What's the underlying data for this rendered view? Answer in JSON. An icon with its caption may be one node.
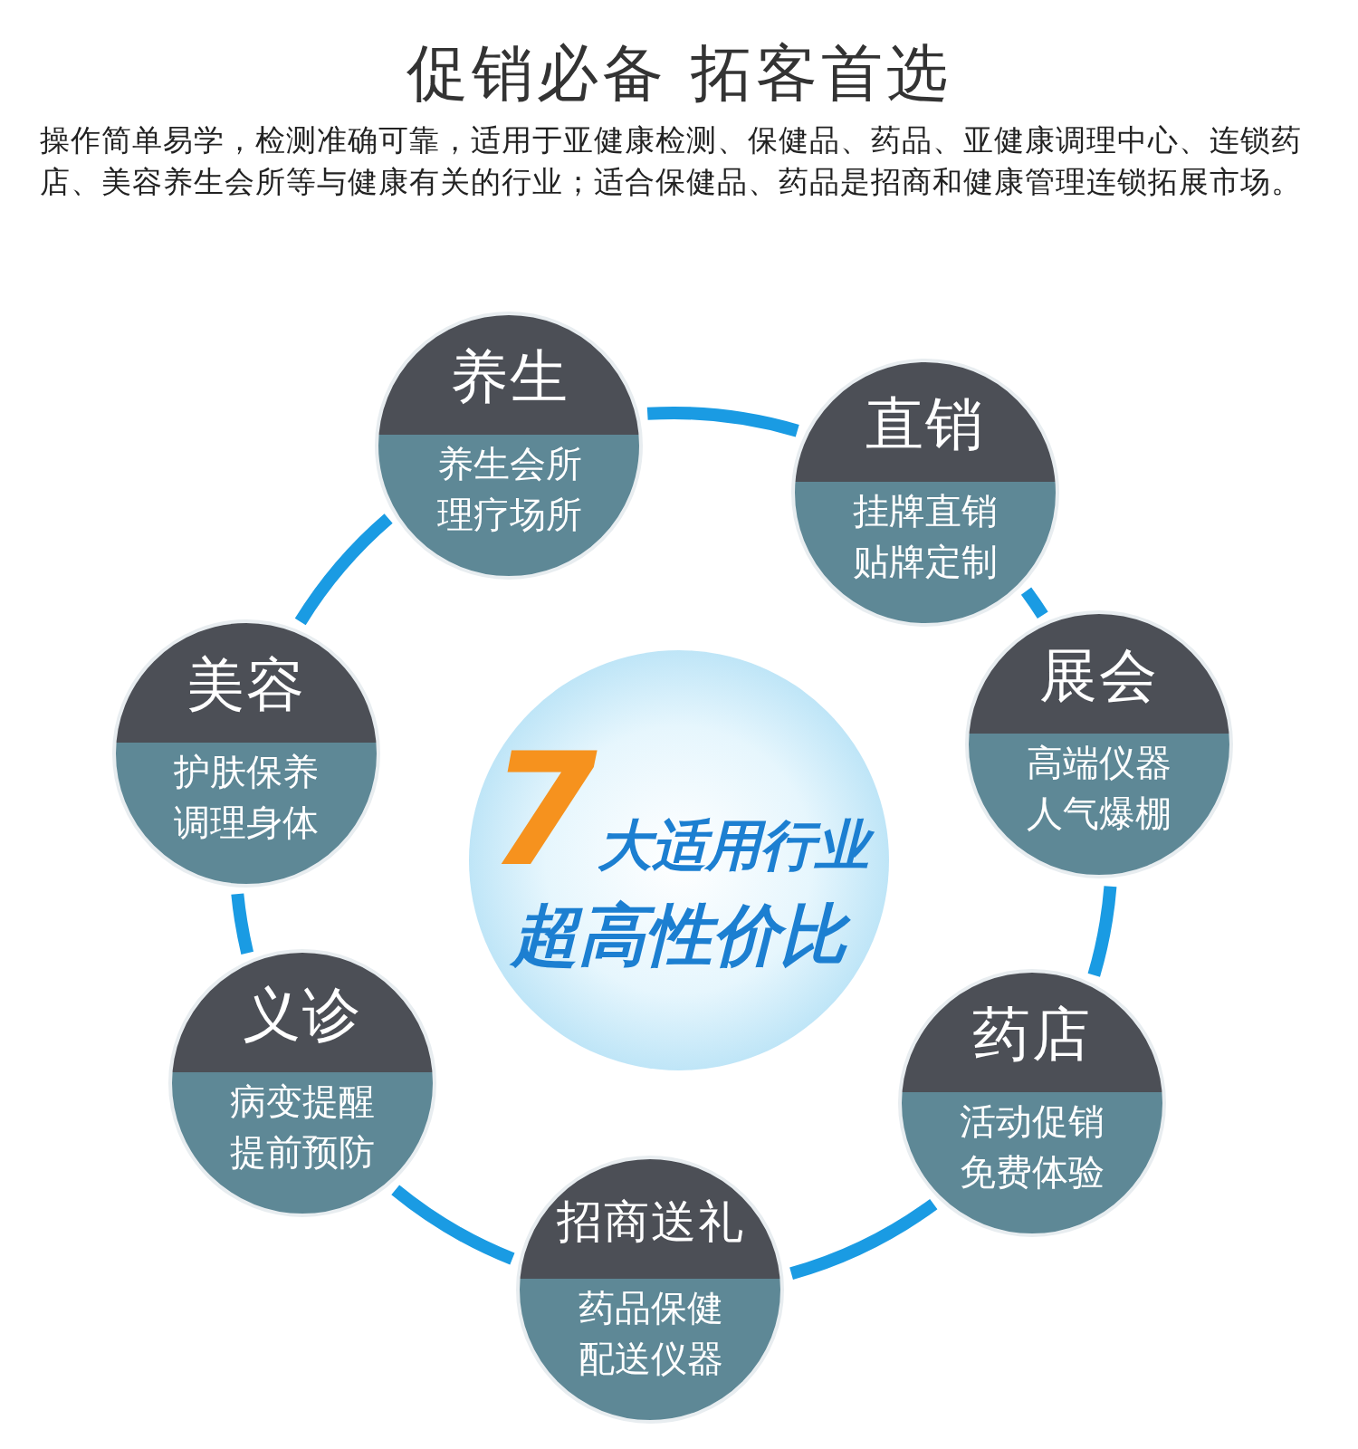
{
  "diagram": {
    "title": "促销必备 拓客首选",
    "nodes": [
      {
        "text": [
          "养生",
          "养生会所理疗场所"
        ]
      },
      {
        "text": [
          "直销",
          "挂牌直销贴牌定制"
        ]
      },
      {
        "text": [
          "展会",
          "高端仪器人气爆棚"
        ]
      },
      {
        "text": [
          "药店",
          "活动促销免费体验"
        ]
      },
      {
        "text": [
          "招商送礼",
          "药品保健配送仪器"
        ]
      },
      {
        "text": [
          "义诊",
          "病变提醒提前预防"
        ]
      },
      {
        "text": [
          "美容",
          "护肤保养调理身体"
        ]
      },
      {
        "text": [
          "**7**大适用行业",
          "超高性价比"
        ]
      }
    ],
    "edges": [
      {
        "from": 0,
        "to": 1,
        "arrow": "none"
      },
      {
        "from": 1,
        "to": 2,
        "arrow": "none"
      },
      {
        "from": 2,
        "to": 3,
        "arrow": "none"
      },
      {
        "from": 3,
        "to": 4,
        "arrow": "none"
      },
      {
        "from": 4,
        "to": 5,
        "arrow": "none"
      },
      {
        "from": 5,
        "to": 6,
        "arrow": "none"
      },
      {
        "from": 6,
        "to": 0,
        "arrow": "none"
      }
    ],
    "labels": [
      "操作简单易学，检测准确可靠，适用于亚健康检测、保健品、药品、亚健康调理中心、连锁药店、美容养生会所等与健康有关的行业；适合保健品、药品是招商和健康管理连锁拓展市场。"
    ]
  }
}
